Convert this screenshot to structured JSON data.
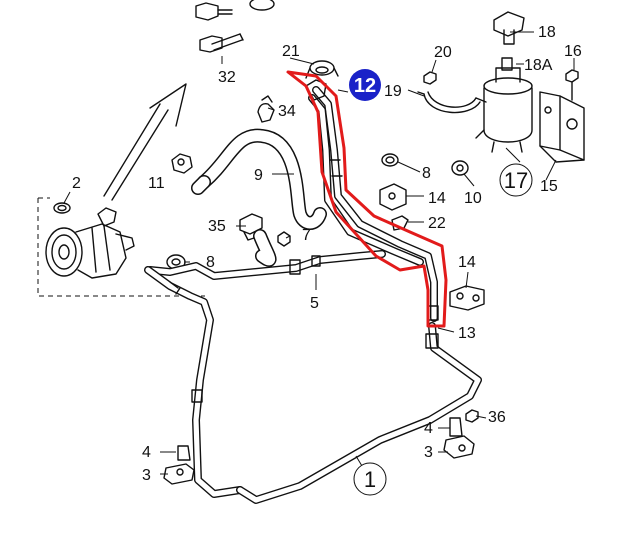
{
  "callouts": {
    "c18": "18",
    "c16": "16",
    "c20": "20",
    "c21": "21",
    "c12": "12",
    "c19": "19",
    "c18a": "18A",
    "c32": "32",
    "c34": "34",
    "c8a": "8",
    "c9": "9",
    "c11": "11",
    "c2": "2",
    "c14a": "14",
    "c10": "10",
    "c17": "17",
    "c15": "15",
    "c22": "22",
    "c35": "35",
    "c7": "7",
    "c8b": "8",
    "c14b": "14",
    "c5": "5",
    "c13": "13",
    "c4a": "4",
    "c3a": "3",
    "c1": "1",
    "c4b": "4",
    "c36": "36",
    "c3b": "3"
  },
  "colors": {
    "highlight": "#e21b1b",
    "badge": "#1a22c8",
    "line": "#111111"
  },
  "highlighted_part": "12"
}
